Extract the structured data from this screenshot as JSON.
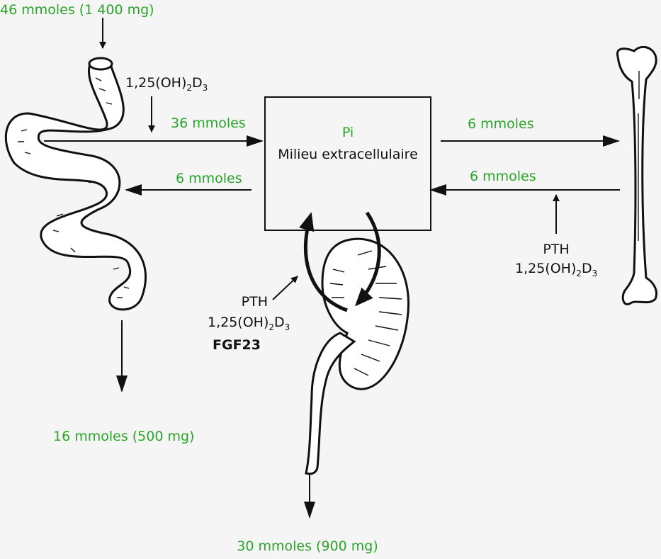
{
  "colors": {
    "flux": "#2aa52a",
    "regulator": "#111111",
    "background": "#f5f5f5"
  },
  "box": {
    "title": "Pi",
    "subtitle": "Milieu extracellulaire"
  },
  "intake": {
    "label": "46 mmoles (1 400 mg)"
  },
  "intestine": {
    "absorption": "36 mmoles",
    "secretion": "6 mmoles",
    "fecal_excretion": "16 mmoles (500 mg)",
    "regulator": {
      "base": "1,25(OH)",
      "sub": "2",
      "mid": "D",
      "sub2": "3"
    }
  },
  "bone": {
    "deposition": "6 mmoles",
    "resorption": "6 mmoles",
    "regulator_line1": "PTH",
    "regulator_line2": {
      "base": "1,25(OH)",
      "sub": "2",
      "mid": "D",
      "sub2": "3"
    }
  },
  "kidney": {
    "regulator_line1": "PTH",
    "regulator_line2": {
      "base": "1,25(OH)",
      "sub": "2",
      "mid": "D",
      "sub2": "3"
    },
    "regulator_line3": "FGF23",
    "urinary_excretion": "30 mmoles (900 mg)"
  },
  "icons": [
    "intestine-icon",
    "kidney-icon",
    "bone-icon"
  ]
}
